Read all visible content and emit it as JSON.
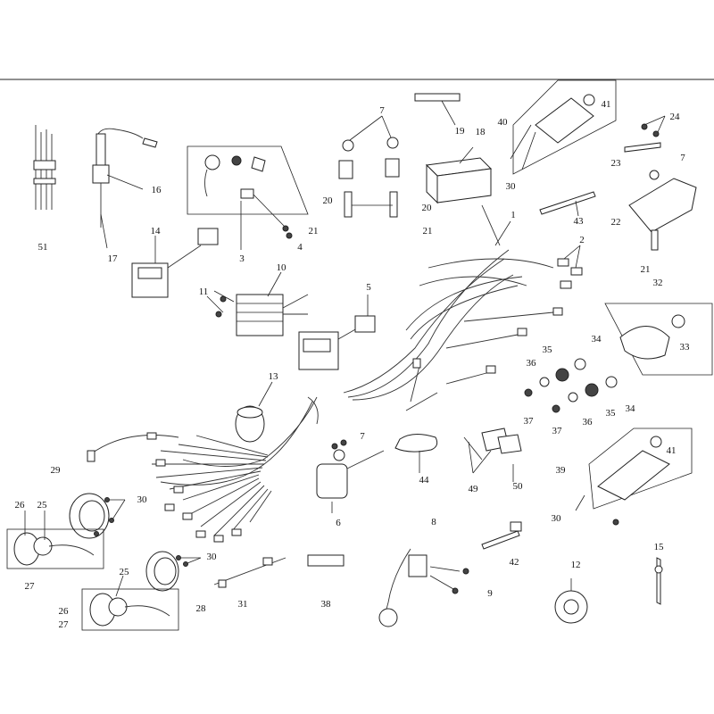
{
  "labels": {
    "n1": "1",
    "n2": "2",
    "n3": "3",
    "n4": "4",
    "n5": "5",
    "n6": "6",
    "n7": "7",
    "n8": "8",
    "n9": "9",
    "n10": "10",
    "n11": "11",
    "n12": "12",
    "n13": "13",
    "n14": "14",
    "n15": "15",
    "n16": "16",
    "n17": "17",
    "n18": "18",
    "n19": "19",
    "n20": "20",
    "n21": "21",
    "n22": "22",
    "n23": "23",
    "n24": "24",
    "n25": "25",
    "n26": "26",
    "n27": "27",
    "n28": "28",
    "n29": "29",
    "n30": "30",
    "n31": "31",
    "n32": "32",
    "n33": "33",
    "n34": "34",
    "n35": "35",
    "n36": "36",
    "n37": "37",
    "n38": "38",
    "n39": "39",
    "n40": "40",
    "n41": "41",
    "n42": "42",
    "n43": "43",
    "n44": "44",
    "n49": "49",
    "n50": "50",
    "n51": "51"
  }
}
